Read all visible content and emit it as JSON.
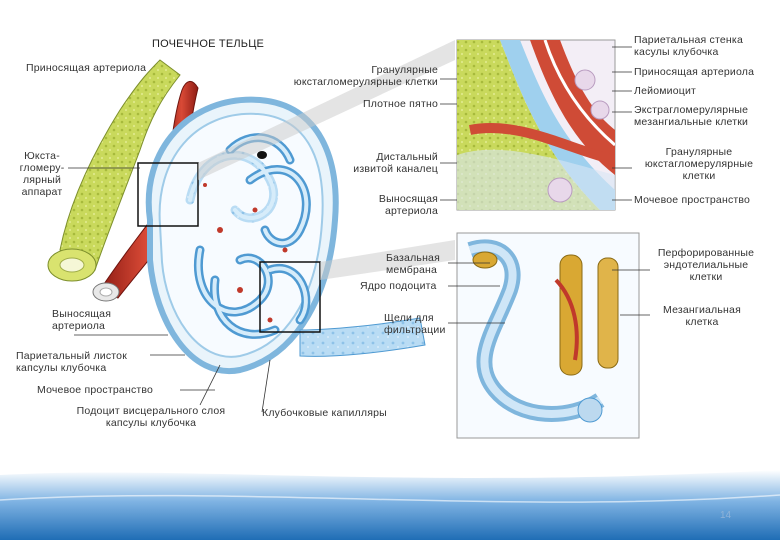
{
  "diagram": {
    "title": "ПОЧЕЧНОЕ ТЕЛЬЦЕ",
    "labels": {
      "afferent_arteriole": "Приносящая артериола",
      "juxtaglomerular_apparatus": "Юкста-\nгломеру-\nлярный\nаппарат",
      "efferent_arteriole_left": "Выносящая\nартериола",
      "parietal_layer": "Париетальный листок\nкапсулы клубочка",
      "urinary_space_left": "Мочевое пространство",
      "podocyte": "Подоцит висцерального слоя\nкапсулы клубочка",
      "glomerular_capillaries": "Клубочковые капилляры",
      "granular_jg_cells_mid": "Гранулярные\nюкстагломерулярные клетки",
      "macula_densa": "Плотное пятно",
      "distal_tubule": "Дистальный\nизвитой каналец",
      "efferent_arteriole_mid": "Выносящая\nартериола",
      "basement_membrane": "Базальная\nмембрана",
      "podocyte_nucleus": "Ядро подоцита",
      "filtration_slits": "Щели для\nфильтрации",
      "parietal_wall": "Париетальная стенка\nкасулы клубочка",
      "afferent_arteriole_right": "Приносящая артериола",
      "leiomyocyte": "Лейомиоцит",
      "extraglomerular_mesangial": "Экстрагломерулярные\nмезангиальные клетки",
      "granular_jg_cells_right": "Гранулярные\nюкстагломерулярные\nклетки",
      "urinary_space_right": "Мочевое пространство",
      "fenestrated_endothelial": "Перфорированные\nэндотелиальные\nклетки",
      "mesangial_cell": "Мезангиальная\nклетка"
    }
  },
  "slide": {
    "page_number": "14"
  },
  "colors": {
    "tubule_green": "#c8d85a",
    "arteriole_red": "#c0392b",
    "capsule_blue": "#a9d0ee",
    "line": "#333333",
    "footer_blue": "#1f6db5"
  }
}
